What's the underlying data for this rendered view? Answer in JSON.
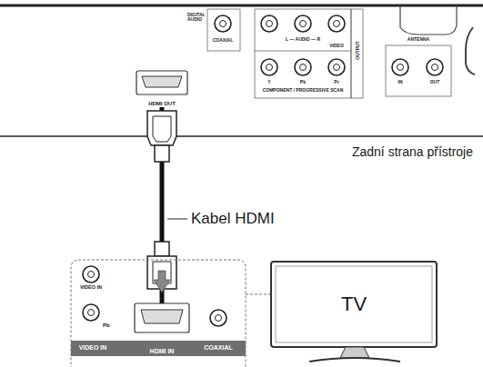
{
  "diagram": {
    "nodes": [
      {
        "text": [
          "HDMI OUT"
        ]
      },
      {
        "text": [
          "HDMI IN"
        ]
      },
      {
        "text": [
          "TV"
        ]
      }
    ],
    "edges": [
      {
        "from": 0,
        "to": 1,
        "arrow": "none"
      }
    ],
    "labels": [
      "DIGITAL AUDIO",
      "COAXIAL",
      "L — AUDIO — R",
      "VIDEO",
      "Y",
      "Pb",
      "Pr",
      "COMPONENT / PROGRESSIVE SCAN",
      "OUTPUT",
      "ANTENNA",
      "IN",
      "OUT",
      "Zadní strana přístroje",
      "Kabel HDMI",
      "VIDEO IN",
      "Pb",
      "VIDEO IN",
      "COAXIAL"
    ]
  }
}
